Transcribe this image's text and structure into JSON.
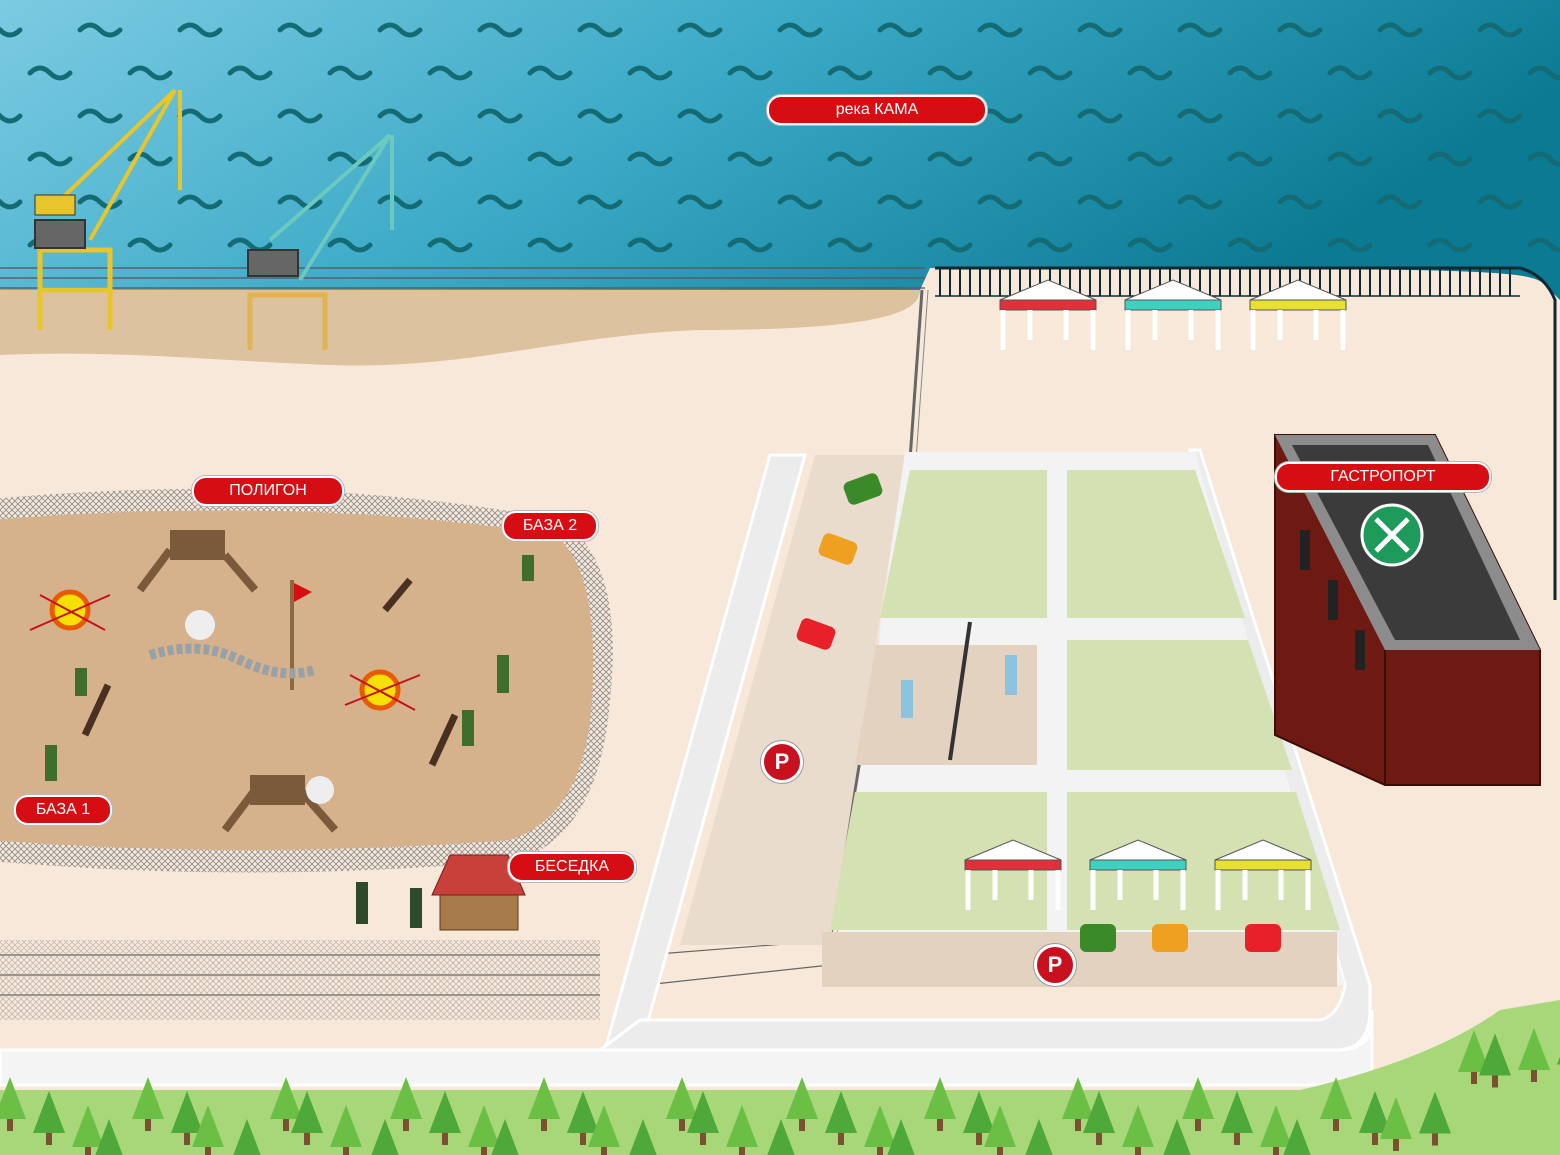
{
  "map": {
    "labels": {
      "river": "река КАМА",
      "polygon": "ПОЛИГОН",
      "base2": "БАЗА 2",
      "base1": "БАЗА 1",
      "gazebo": "БЕСЕДКА",
      "gastroport": "ГАСТРОПОРТ"
    },
    "parking_symbol": "P",
    "icons": [
      "wave-icon",
      "crane-icon",
      "tent-icon",
      "car-icon",
      "tree-icon",
      "restaurant-icon",
      "flag-icon",
      "explosion-icon",
      "soldier-icon",
      "tennis-player-icon"
    ],
    "colors": {
      "water_light": "#74c6de",
      "water_dark": "#0c7d96",
      "wave": "#156b73",
      "land": "#f7e8da",
      "sand": "#dcc29f",
      "field": "#d3e1b3",
      "road": "#ececec",
      "label_red": "#d60d12",
      "building": "#6e1a12",
      "trees": "#7cc14a"
    }
  }
}
